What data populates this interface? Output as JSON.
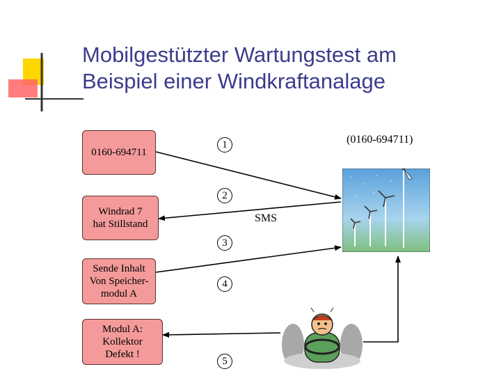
{
  "title": {
    "line1": "Mobilgestützter Wartungstest am",
    "line2": "Beispiel einer Windkraftanalage"
  },
  "boxes": {
    "phone": "0160-694711",
    "status_line1": "Windrad 7",
    "status_line2": "hat Stillstand",
    "request_line1": "Sende Inhalt",
    "request_line2": "Von Speicher-",
    "request_line3": "modul A",
    "result_line1": "Modul A:",
    "result_line2": "Kollektor",
    "result_line3": "Defekt !"
  },
  "steps": [
    "1",
    "2",
    "3",
    "4",
    "5"
  ],
  "labels": {
    "turbine_number": "(0160-694711)",
    "sms": "SMS"
  },
  "colors": {
    "title": "#3c3c8c",
    "box_fill": "#f49a9a",
    "accent_yellow": "#ffd700",
    "accent_red": "#ff4040"
  },
  "icons": {
    "turbine": "wind-turbine-field-icon",
    "technician": "technician-in-car-icon"
  }
}
